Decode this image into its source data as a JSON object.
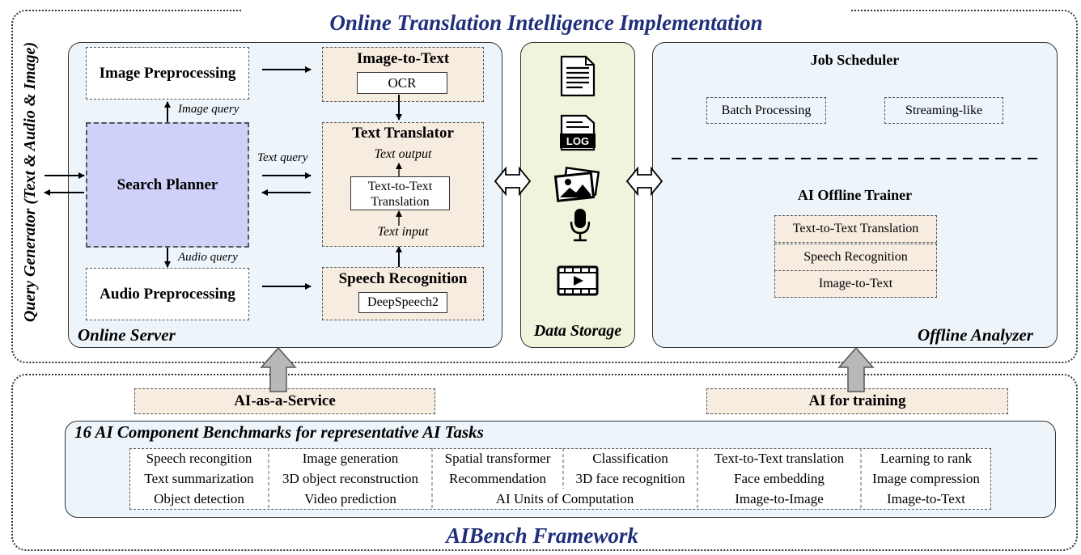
{
  "top_title": "Online Translation Intelligence Implementation",
  "side_title": "Query Generator (Text & Audio & Image)",
  "bottom_title": "AIBench Framework",
  "online_server": {
    "label": "Online Server",
    "image_preprocessing": "Image Preprocessing",
    "search_planner": "Search Planner",
    "audio_preprocessing": "Audio Preprocessing",
    "image_query": "Image query",
    "audio_query": "Audio query",
    "text_query": "Text query",
    "image_to_text": {
      "title": "Image-to-Text",
      "component": "OCR"
    },
    "text_translator": {
      "title": "Text Translator",
      "output": "Text output",
      "component_line1": "Text-to-Text",
      "component_line2": "Translation",
      "input": "Text input"
    },
    "speech_recognition": {
      "title": "Speech Recognition",
      "component": "DeepSpeech2"
    }
  },
  "data_storage": {
    "label": "Data Storage",
    "icons": [
      "document-icon",
      "log-file-icon",
      "photos-icon",
      "microphone-icon",
      "video-icon"
    ]
  },
  "offline_analyzer": {
    "label": "Offline Analyzer",
    "job_scheduler": "Job Scheduler",
    "batch": "Batch Processing",
    "streaming": "Streaming-like",
    "trainer": "AI Offline Trainer",
    "tasks": [
      "Text-to-Text Translation",
      "Speech Recognition",
      "Image-to-Text"
    ]
  },
  "ai_service": "AI-as-a-Service",
  "ai_training": "AI for training",
  "benchmarks": {
    "title": "16 AI Component Benchmarks for representative AI Tasks",
    "row1": [
      "Speech recongition",
      "Image generation",
      "Spatial transformer",
      "Classification",
      "Text-to-Text translation",
      "Learning to rank"
    ],
    "row2": [
      "Text summarization",
      "3D object reconstruction",
      "Recommendation",
      "3D face recognition",
      "Face embedding",
      "Image compression"
    ],
    "row3": [
      "Object detection",
      "Video prediction",
      "AI Units of Computation",
      "Image-to-Image",
      "Image-to-Text"
    ]
  },
  "colors": {
    "title_blue": "#1f2f7a",
    "panel_bg": "#edf5fb",
    "planner_bg": "#cfd1f8",
    "peach": "#f7ece0",
    "storage_bg": "#eef5dc"
  }
}
